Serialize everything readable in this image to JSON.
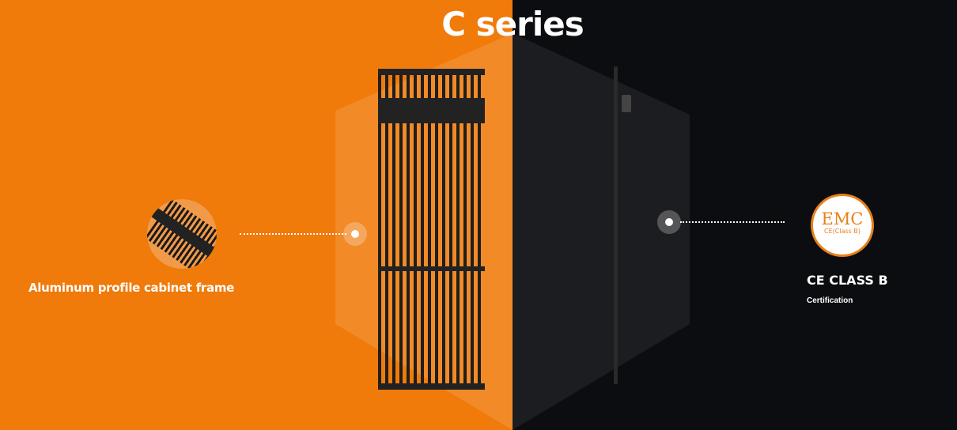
{
  "title": "C series",
  "left_feature": {
    "label": "Aluminum profile cabinet frame"
  },
  "right_feature": {
    "badge_main": "EMC",
    "badge_sub": "CE(Class B)",
    "label": "CE CLASS B",
    "sublabel": "Certification"
  },
  "colors": {
    "orange": "#f07a0a",
    "dark": "#0c0d10",
    "badge_orange": "#e8801a"
  }
}
